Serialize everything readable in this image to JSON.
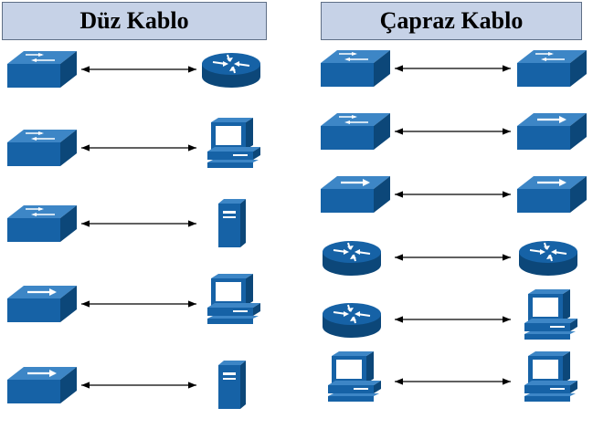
{
  "headers": {
    "straight": "Düz Kablo",
    "crossover": "Çapraz Kablo"
  },
  "colors": {
    "device": "#1662a6",
    "device_dark": "#0c4779",
    "device_light": "#3d86c6",
    "accent": "#ffffff",
    "header_bg": "#c6d2e7",
    "arrow": "#000000"
  },
  "connections": {
    "straight": [
      {
        "from": "switch",
        "to": "router"
      },
      {
        "from": "switch",
        "to": "pc"
      },
      {
        "from": "switch",
        "to": "server"
      },
      {
        "from": "hub",
        "to": "pc"
      },
      {
        "from": "hub",
        "to": "server"
      }
    ],
    "crossover": [
      {
        "from": "switch",
        "to": "switch"
      },
      {
        "from": "switch",
        "to": "hub"
      },
      {
        "from": "hub",
        "to": "hub"
      },
      {
        "from": "router",
        "to": "router"
      },
      {
        "from": "router",
        "to": "pc"
      },
      {
        "from": "pc",
        "to": "pc"
      }
    ]
  }
}
